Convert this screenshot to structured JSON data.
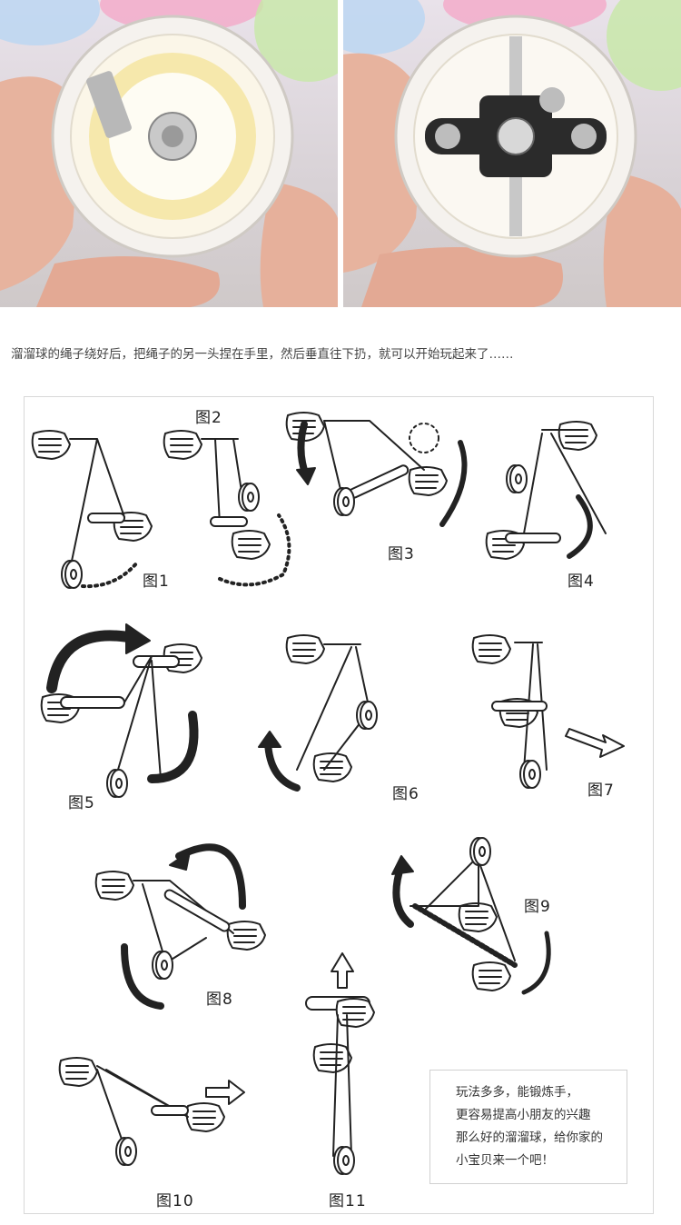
{
  "intro_text": "溜溜球的绳子绕好后，把绳子的另一头捏在手里，然后垂直往下扔，就可以开始玩起来了……",
  "steps": [
    {
      "label": "图1"
    },
    {
      "label": "图2"
    },
    {
      "label": "图3"
    },
    {
      "label": "图4"
    },
    {
      "label": "图5"
    },
    {
      "label": "图6"
    },
    {
      "label": "图7"
    },
    {
      "label": "图8"
    },
    {
      "label": "图9"
    },
    {
      "label": "图10"
    },
    {
      "label": "图11"
    }
  ],
  "note": {
    "lines": [
      "玩法多多，能锻炼手，",
      "更容易提高小朋友的兴趣",
      "那么好的溜溜球，给你家的",
      "小宝贝来一个吧！"
    ]
  },
  "colors": {
    "outline": "#222222",
    "photo_bg": "#ded8dc",
    "yoyo_yellow": "#f2dc7a"
  }
}
